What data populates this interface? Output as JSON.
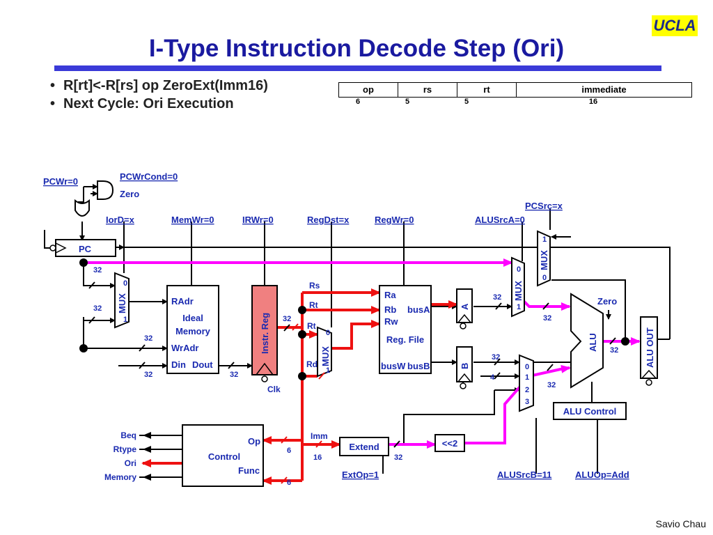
{
  "slide": {
    "logo": "UCLA",
    "title": "I-Type Instruction Decode Step (Ori)",
    "bullets": [
      "R[rt]<-R[rs] op ZeroExt(Imm16)",
      "Next Cycle: Ori Execution"
    ],
    "footer": "Savio Chau"
  },
  "instruction_format": {
    "fields": [
      "op",
      "rs",
      "rt",
      "immediate"
    ],
    "bits": [
      "6",
      "5",
      "5",
      "16"
    ]
  },
  "diagram": {
    "control_signals": {
      "pcwr": "PCWr=0",
      "pcwrcond": "PCWrCond=0",
      "zero_in": "Zero",
      "iord": "IorD=x",
      "memwr": "MemWr=0",
      "irwr": "IRWr=0",
      "regdst": "RegDst=x",
      "regwr": "RegWr=0",
      "alusrca": "ALUSrcA=0",
      "pcsrc": "PCSrc=x",
      "alusrcb": "ALUSrcB=11",
      "aluop": "ALUOp=Add",
      "extop": "ExtOp=1"
    },
    "blocks": {
      "pc": "PC",
      "mux": "MUX",
      "memory": [
        "RAdr",
        "Ideal",
        "Memory",
        "WrAdr",
        "Din",
        "Dout"
      ],
      "ir": "Instr. Reg",
      "clk": "Clk",
      "regfile": [
        "Ra",
        "Rb",
        "Rw",
        "busA",
        "Reg. File",
        "busW",
        "busB"
      ],
      "reg_a": "A",
      "reg_b": "B",
      "alu": "ALU",
      "alu_zero": "Zero",
      "alu_out": "ALU OUT",
      "alu_control": "ALU Control",
      "extend": "Extend",
      "shift": "<<2",
      "control": "Control",
      "control_ports": [
        "Op",
        "Func"
      ]
    },
    "wire_labels": {
      "rs": "Rs",
      "rt": "Rt",
      "rd": "Rd",
      "imm": "Imm",
      "w32": "32",
      "w16": "16",
      "w6": "6",
      "w4": "4"
    },
    "mux_inputs": [
      "0",
      "1",
      "2",
      "3"
    ],
    "control_outputs": [
      "Beq",
      "Rtype",
      "Ori",
      "Memory"
    ],
    "colors": {
      "active_path": "#ee1111",
      "pc_path": "#ff00ff",
      "ir_fill": "#f08080",
      "label": "#1a2ab0"
    }
  }
}
